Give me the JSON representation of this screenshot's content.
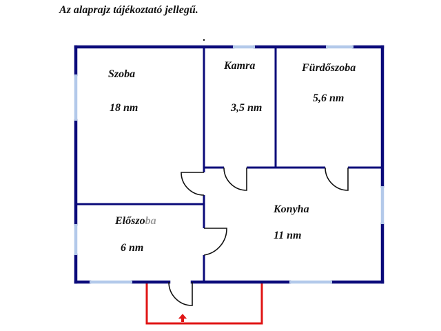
{
  "caption": "Az alaprajz tájékoztató jellegű.",
  "colors": {
    "wall": "#0a0a7a",
    "window": "#b3c9ea",
    "door": "#111111",
    "entrance_path": "#e01515"
  },
  "rooms": [
    {
      "name": "Szoba",
      "area": "18 nm"
    },
    {
      "name": "Kamra",
      "area": "3,5 nm"
    },
    {
      "name": "Fürdőszoba",
      "area": "5,6 nm"
    },
    {
      "name_main": "Előszo",
      "name_tail": "ba",
      "name": "Előszoba",
      "area": "6 nm"
    },
    {
      "name": "Konyha",
      "area": "11 nm"
    }
  ],
  "entrance": {
    "icon": "arrow-up-icon"
  }
}
